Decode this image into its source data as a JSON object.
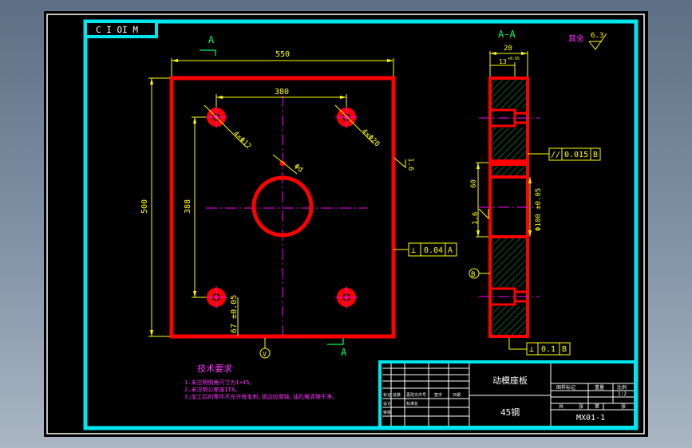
{
  "frame": {
    "corner_code": "C I OI M"
  },
  "colors": {
    "part": "#ff0000",
    "dimension": "#ffff00",
    "centerline": "#ff00ff",
    "border": "#00e5ee",
    "section_label": "#00ff66",
    "hatch": "#00a040",
    "notes": "#ff33ff"
  },
  "front_view": {
    "section_mark": "A",
    "dim_width": "550",
    "dim_hole_spacing_x": "380",
    "dim_height": "500",
    "dim_hole_spacing_y": "388",
    "dim_hole_edge": "67 ±0.05",
    "hole_note_1": "4×Φ12",
    "hole_note_2": "4×Φ20",
    "dia_note": "Φd",
    "roughness_right": "1.6",
    "tolerance": {
      "symbol": "⊥",
      "value": "0.04",
      "datum": "A"
    },
    "datum_bottom": "V"
  },
  "section_view": {
    "title": "A-A",
    "dim_thickness": "20",
    "dim_counterbore": "13",
    "dim_counterbore_sup": "+0.05",
    "dim_60": "60",
    "dim_bore": "Φ100 ±0.05",
    "roughness_left": "1.6",
    "parallel": {
      "symbol": "//",
      "value": "0.015",
      "datum": "B"
    },
    "perp": {
      "symbol": "⊥",
      "value": "0.1",
      "datum": "B"
    },
    "datum_label": "B"
  },
  "roughness_rest": {
    "label": "其余",
    "value": "6.3"
  },
  "tech_notes": {
    "title": "技术要求",
    "lines": [
      "1.未注明倒角尺寸为1×45。",
      "2.未注明公差按IT8。",
      "3.加工后的零件不允许有毛刺,锐边应倒钝,油孔需清理干净。"
    ]
  },
  "title_block": {
    "part_name": "动模座板",
    "material": "45钢",
    "drawing_no": "MX01-1",
    "scale": "1:2",
    "header_cells": [
      "图样标记",
      "重量",
      "比例"
    ],
    "small_labels": [
      "标记",
      "处数",
      "更改文件号",
      "签字",
      "日期"
    ],
    "labels_row2": [
      "设计",
      "标准化"
    ],
    "label_audit": "审核",
    "sheet_labels": [
      "共",
      "张",
      "第",
      "张"
    ]
  }
}
